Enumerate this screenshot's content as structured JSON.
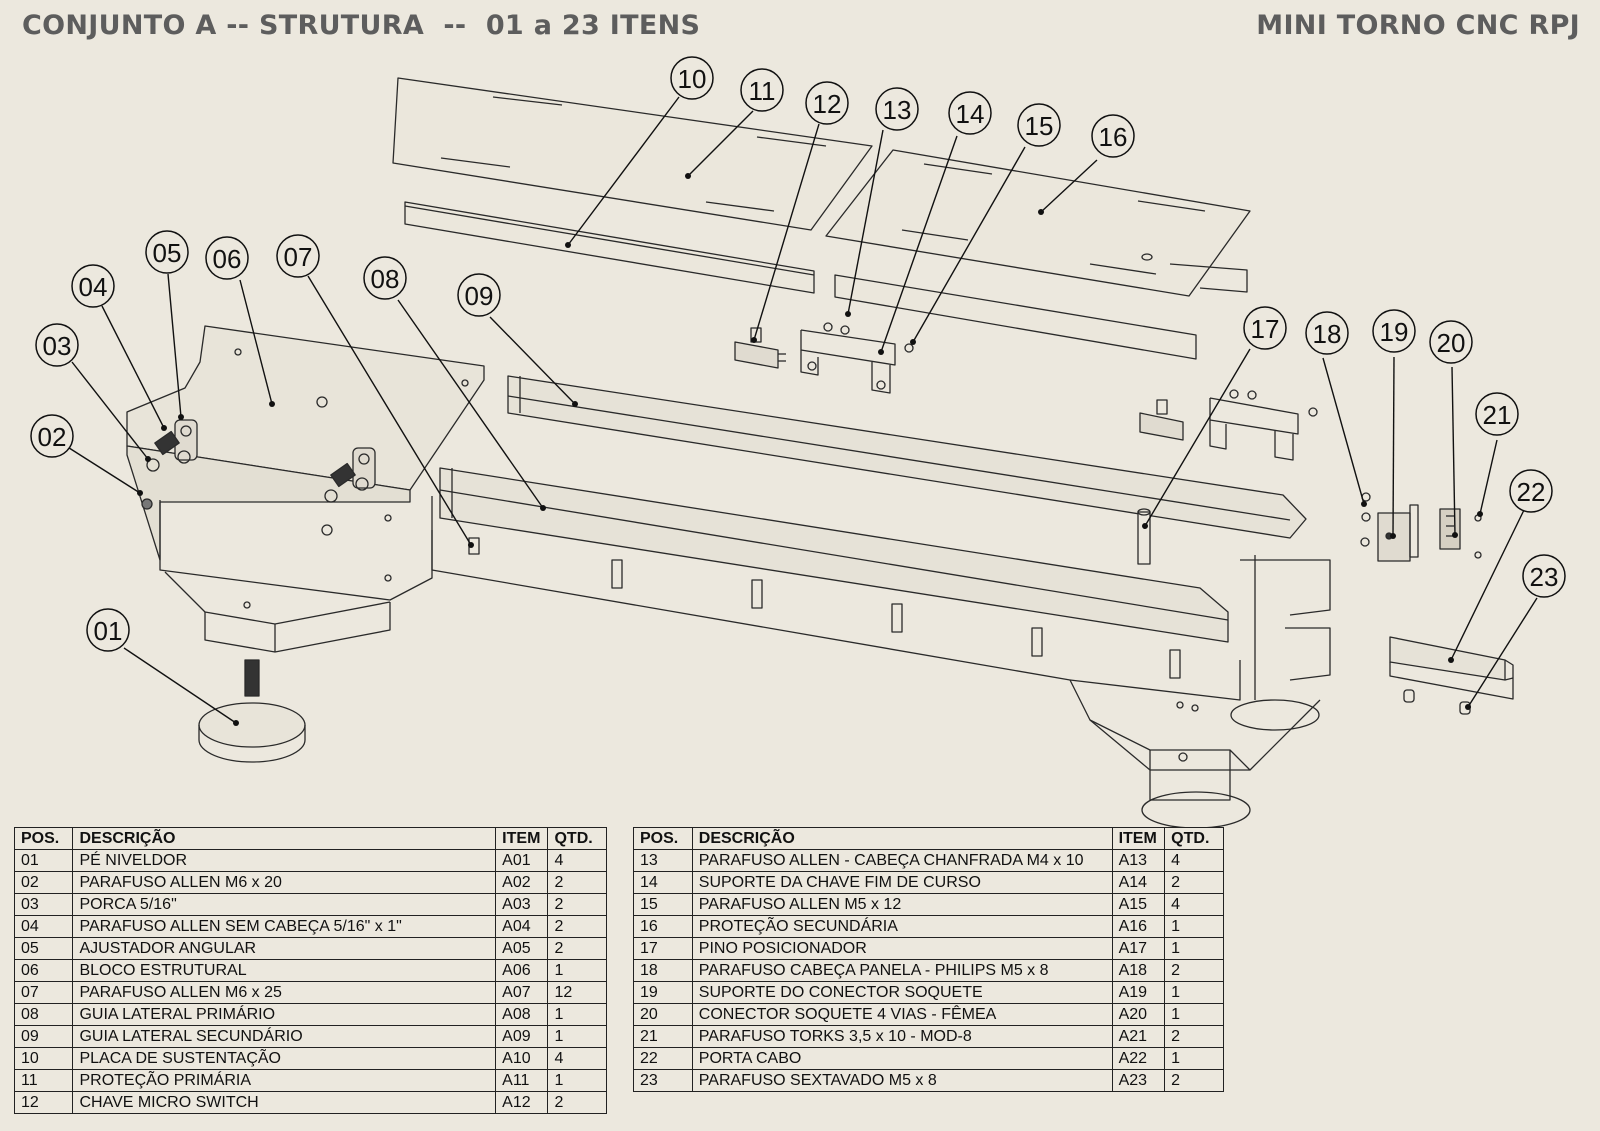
{
  "header": {
    "title_left": "CONJUNTO A -- STRUTURA  --  01 a 23 ITENS",
    "title_right": "MINI TORNO CNC RPJ"
  },
  "callouts": [
    "01",
    "02",
    "03",
    "04",
    "05",
    "06",
    "07",
    "08",
    "09",
    "10",
    "11",
    "12",
    "13",
    "14",
    "15",
    "16",
    "17",
    "18",
    "19",
    "20",
    "21",
    "22",
    "23"
  ],
  "bom_headers": {
    "pos": "POS.",
    "desc": "DESCRIÇÃO",
    "item": "ITEM",
    "qty": "QTD."
  },
  "bom_left": [
    {
      "pos": "01",
      "desc": "PÉ NIVELDOR",
      "item": "A01",
      "qty": "4"
    },
    {
      "pos": "02",
      "desc": "PARAFUSO ALLEN M6 x 20",
      "item": "A02",
      "qty": "2"
    },
    {
      "pos": "03",
      "desc": "PORCA 5/16\"",
      "item": "A03",
      "qty": "2"
    },
    {
      "pos": "04",
      "desc": "PARAFUSO ALLEN SEM CABEÇA 5/16\" x 1\"",
      "item": "A04",
      "qty": "2"
    },
    {
      "pos": "05",
      "desc": "AJUSTADOR ANGULAR",
      "item": "A05",
      "qty": "2"
    },
    {
      "pos": "06",
      "desc": "BLOCO ESTRUTURAL",
      "item": "A06",
      "qty": "1"
    },
    {
      "pos": "07",
      "desc": "PARAFUSO ALLEN M6 x 25",
      "item": "A07",
      "qty": "12"
    },
    {
      "pos": "08",
      "desc": "GUIA LATERAL PRIMÁRIO",
      "item": "A08",
      "qty": "1"
    },
    {
      "pos": "09",
      "desc": "GUIA LATERAL SECUNDÁRIO",
      "item": "A09",
      "qty": "1"
    },
    {
      "pos": "10",
      "desc": "PLACA DE SUSTENTAÇÃO",
      "item": "A10",
      "qty": "4"
    },
    {
      "pos": "11",
      "desc": "PROTEÇÃO PRIMÁRIA",
      "item": "A11",
      "qty": "1"
    },
    {
      "pos": "12",
      "desc": "CHAVE MICRO SWITCH",
      "item": "A12",
      "qty": "2"
    }
  ],
  "bom_right": [
    {
      "pos": "13",
      "desc": "PARAFUSO ALLEN - CABEÇA CHANFRADA M4 x 10",
      "item": "A13",
      "qty": "4"
    },
    {
      "pos": "14",
      "desc": "SUPORTE DA CHAVE FIM DE CURSO",
      "item": "A14",
      "qty": "2"
    },
    {
      "pos": "15",
      "desc": "PARAFUSO ALLEN M5 x 12",
      "item": "A15",
      "qty": "4"
    },
    {
      "pos": "16",
      "desc": "PROTEÇÃO SECUNDÁRIA",
      "item": "A16",
      "qty": "1"
    },
    {
      "pos": "17",
      "desc": "PINO POSICIONADOR",
      "item": "A17",
      "qty": "1"
    },
    {
      "pos": "18",
      "desc": "PARAFUSO CABEÇA PANELA - PHILIPS M5 x 8",
      "item": "A18",
      "qty": "2"
    },
    {
      "pos": "19",
      "desc": "SUPORTE DO CONECTOR SOQUETE",
      "item": "A19",
      "qty": "1"
    },
    {
      "pos": "20",
      "desc": "CONECTOR SOQUETE 4 VIAS - FÊMEA",
      "item": "A20",
      "qty": "1"
    },
    {
      "pos": "21",
      "desc": "PARAFUSO TORKS 3,5 x 10 - MOD-8",
      "item": "A21",
      "qty": "2"
    },
    {
      "pos": "22",
      "desc": "PORTA CABO",
      "item": "A22",
      "qty": "1"
    },
    {
      "pos": "23",
      "desc": "PARAFUSO SEXTAVADO M5 x 8",
      "item": "A23",
      "qty": "2"
    }
  ]
}
